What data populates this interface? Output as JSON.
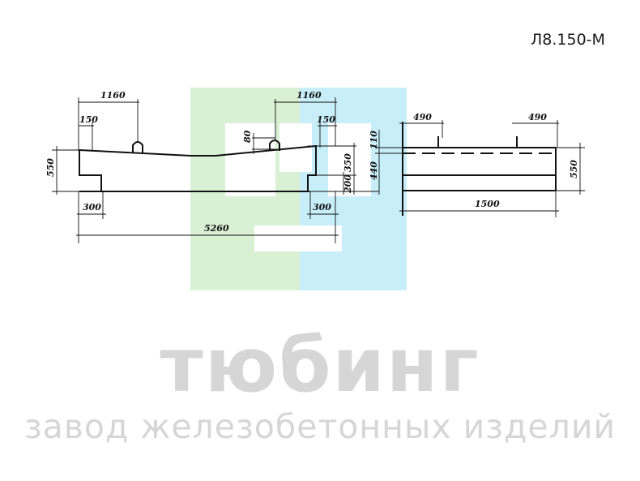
{
  "drawing": {
    "designation": "Л8.150-М",
    "side_view": {
      "dim_lifting_offset_left": "1160",
      "dim_lifting_offset_right": "1160",
      "dim_end_left": "150",
      "dim_end_right": "150",
      "dim_loop_height": "80",
      "dim_height": "550",
      "dim_support_left": "300",
      "dim_support_right": "300",
      "dim_length": "5260",
      "dim_step_200": "200",
      "dim_step_350": "350"
    },
    "cross_section": {
      "dim_top": "110",
      "dim_middle": "440",
      "dim_height": "550",
      "dim_loop_left": "490",
      "dim_loop_right": "490",
      "dim_width": "1500"
    }
  },
  "watermark": {
    "brand_name": "тюбинг",
    "brand_tagline": "завод железобетонных изделий",
    "logo_colors": {
      "green": "#d9f0d4",
      "blue": "#c8eef9"
    }
  }
}
